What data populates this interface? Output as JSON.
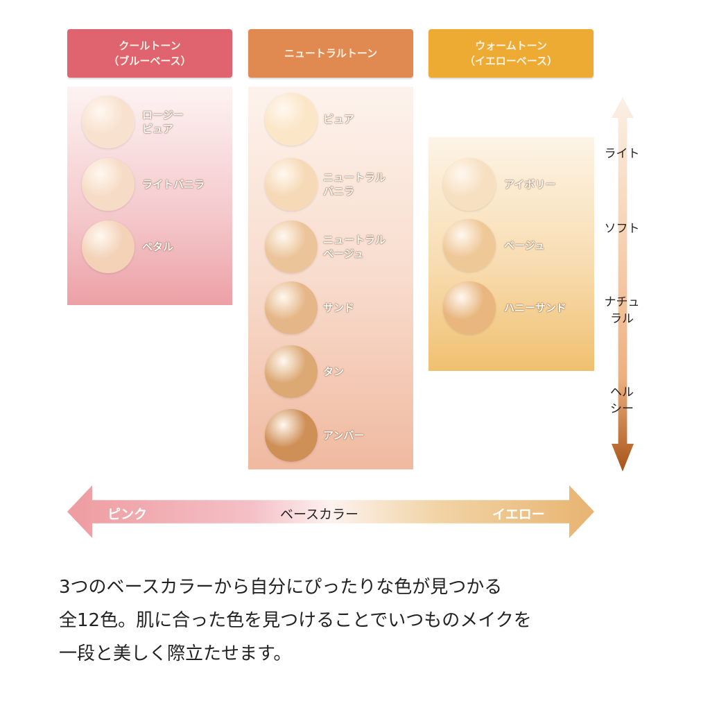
{
  "headers": [
    {
      "line1": "クールトーン",
      "line2": "（ブルーベース）",
      "color": "#e0606e"
    },
    {
      "line1": "ニュートラルトーン",
      "line2": "",
      "color": "#e08850"
    },
    {
      "line1": "ウォームトーン",
      "line2": "（イエローベース）",
      "color": "#eeaa30"
    }
  ],
  "cool": [
    {
      "l1": "ロージー",
      "l2": "ピュア",
      "color": "#f8e2cf"
    },
    {
      "l1": "ライトバニラ",
      "l2": "",
      "color": "#f6dcc6"
    },
    {
      "l1": "ペタル",
      "l2": "",
      "color": "#f3d2b8"
    }
  ],
  "neutral": [
    {
      "l1": "ピュア",
      "l2": "",
      "color": "#fbe6c8"
    },
    {
      "l1": "ニュートラル",
      "l2": "バニラ",
      "color": "#f6d9b6"
    },
    {
      "l1": "ニュートラル",
      "l2": "ベージュ",
      "color": "#ecc49a"
    },
    {
      "l1": "サンド",
      "l2": "",
      "color": "#e5b687"
    },
    {
      "l1": "タン",
      "l2": "",
      "color": "#dca874"
    },
    {
      "l1": "アンバー",
      "l2": "",
      "color": "#cf9058"
    }
  ],
  "warm": [
    {
      "l1": "アイボリー",
      "l2": "",
      "color": "#f7e0c2"
    },
    {
      "l1": "ベージュ",
      "l2": "",
      "color": "#efc898"
    },
    {
      "l1": "ハニーサンド",
      "l2": "",
      "color": "#e8b67e"
    }
  ],
  "vertical_axis": {
    "labels": [
      {
        "l1": "ライト",
        "l2": ""
      },
      {
        "l1": "ソフト",
        "l2": ""
      },
      {
        "l1": "ナチュ",
        "l2": "ラル"
      },
      {
        "l1": "ヘル",
        "l2": "シー"
      }
    ]
  },
  "horizontal_axis": {
    "left": "ピンク",
    "center": "ベースカラー",
    "right": "イエロー"
  },
  "description": [
    "3つのベースカラーから自分にぴったりな色が見つかる",
    "全12色。肌に合った色を見つけることでいつものメイクを",
    "一段と美しく際立たせます。"
  ]
}
